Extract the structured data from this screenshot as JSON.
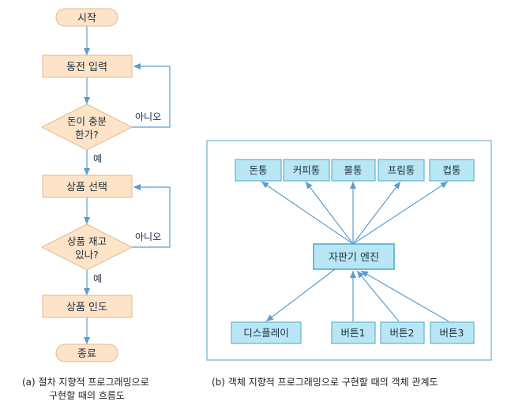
{
  "flowchart": {
    "start": "시작",
    "insert_coin": "동전 입력",
    "enough_money_line1": "돈이 충분",
    "enough_money_line2": "한가?",
    "no_label_1": "아니오",
    "yes_label_1": "예",
    "select_product": "상품 선택",
    "in_stock_line1": "상품 재고",
    "in_stock_line2": "있나?",
    "no_label_2": "아니오",
    "yes_label_2": "예",
    "deliver_product": "상품 인도",
    "end": "종료",
    "caption_line1": "(a) 절차 지향적 프로그래밍으로",
    "caption_line2": "구현할 때의 흐름도"
  },
  "object_diagram": {
    "top_objects": [
      "돈통",
      "커피통",
      "물통",
      "프림통",
      "컵통"
    ],
    "engine": "자판기 엔진",
    "display": "디스플레이",
    "buttons": [
      "버튼1",
      "버튼2",
      "버튼3"
    ],
    "caption": "(b) 객체 지향적 프로그래밍으로 구현할 때의 객체 관계도"
  },
  "colors": {
    "box_fill_flow": "#fde3c8",
    "box_stroke_flow": "#e8b98a",
    "box_fill_obj": "#b9e6f5",
    "box_stroke_obj": "#4aa6cc",
    "arrow": "#5a9ccf",
    "frame": "#6db0d6"
  }
}
